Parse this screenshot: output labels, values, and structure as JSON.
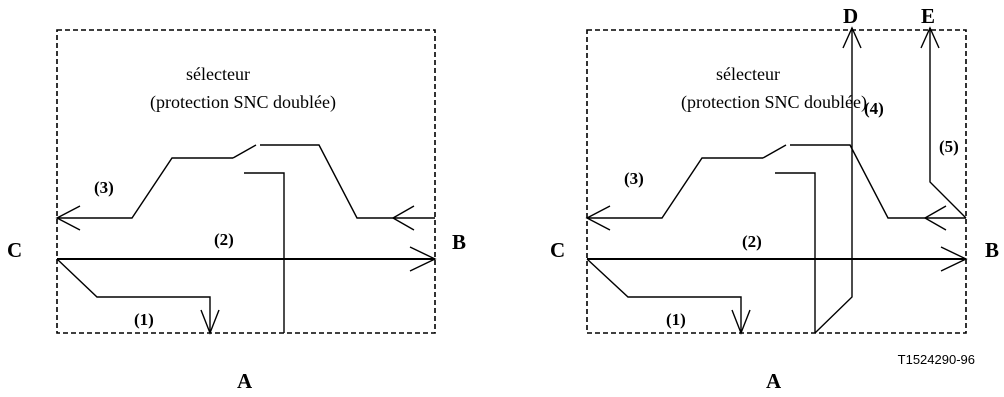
{
  "figure_id": "T1524290-96",
  "left_diagram": {
    "title_line1": "sélecteur",
    "title_line2": "(protection SNC doublée)",
    "label_c": "C",
    "label_b": "B",
    "label_a": "A",
    "path_1": "(1)",
    "path_2": "(2)",
    "path_3": "(3)"
  },
  "right_diagram": {
    "title_line1": "sélecteur",
    "title_line2": "(protection SNC doublée)",
    "label_c": "C",
    "label_b": "B",
    "label_a": "A",
    "label_d": "D",
    "label_e": "E",
    "path_1": "(1)",
    "path_2": "(2)",
    "path_3": "(3)",
    "path_4": "(4)",
    "path_5": "(5)"
  }
}
